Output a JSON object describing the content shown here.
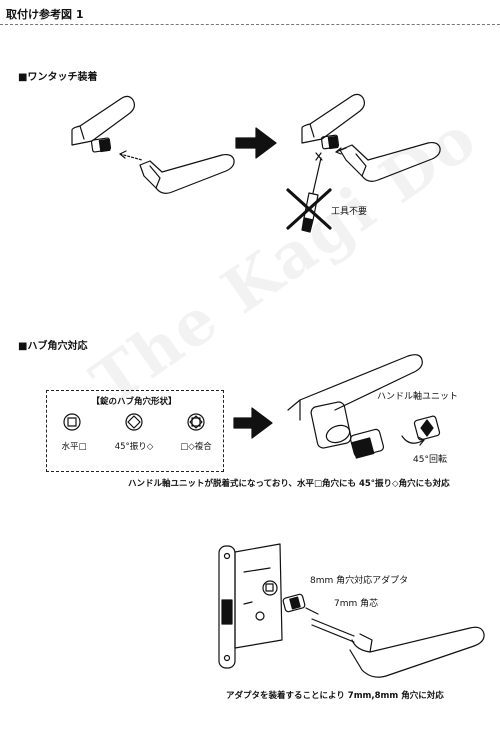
{
  "title": "取付け参考図 1",
  "watermark": "The Kagi Do",
  "sections": {
    "one_touch": {
      "heading": "■ワンタッチ装着",
      "tool_label": "工具不要"
    },
    "hub_hole": {
      "heading": "■ハブ角穴対応",
      "box_title": "【錠のハブ角穴形状】",
      "shapes": [
        {
          "label": "水平□"
        },
        {
          "label": "45°振り◇"
        },
        {
          "label": "□◇複合"
        }
      ],
      "unit_label": "ハンドル軸ユニット",
      "rotate_label": "45°回転",
      "caption": "ハンドル軸ユニットが脱着式になっており、水平□角穴にも 45°振り◇角穴にも対応"
    },
    "adapter": {
      "adapter_label": "8mm 角穴対応アダプタ",
      "spindle_label": "7mm 角芯",
      "caption": "アダプタを装着することにより 7mm,8mm 角穴に対応"
    }
  }
}
